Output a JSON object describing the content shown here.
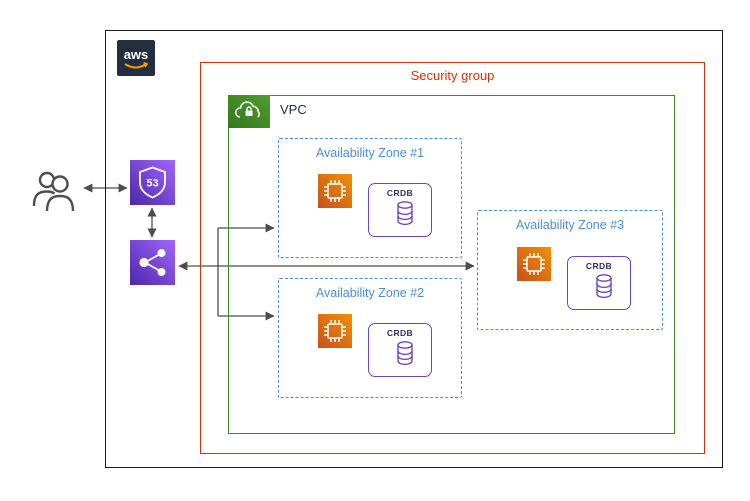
{
  "diagram": {
    "logo_text": "aws",
    "security_group_label": "Security group",
    "vpc_label": "VPC",
    "route53_text": "53",
    "zones": [
      {
        "label": "Availability Zone #1",
        "db_label": "CRDB"
      },
      {
        "label": "Availability Zone #2",
        "db_label": "CRDB"
      },
      {
        "label": "Availability Zone #3",
        "db_label": "CRDB"
      }
    ]
  },
  "colors": {
    "outer_border": "#1a1a1a",
    "security_group_red": "#d13212",
    "vpc_green": "#3f8624",
    "availability_zone_blue": "#4a8fd3",
    "compute_orange_dark": "#c8511b",
    "compute_orange_light": "#f29100",
    "icon_purple_dark": "#4d27a8",
    "icon_purple_light": "#a166ff",
    "crdb_border_purple": "#6b46c1",
    "crdb_text": "#332b63",
    "arrow_gray": "#4d4d4d",
    "aws_logo_bg": "#232f3e",
    "aws_logo_smile": "#ff9900"
  },
  "icons": {
    "aws_logo": "aws-smile",
    "vpc": "cloud-lock",
    "route53": "shield-53",
    "load_balancer": "share-nodes",
    "compute": "cpu-chip",
    "database": "db-cylinder",
    "users": "two-users"
  }
}
